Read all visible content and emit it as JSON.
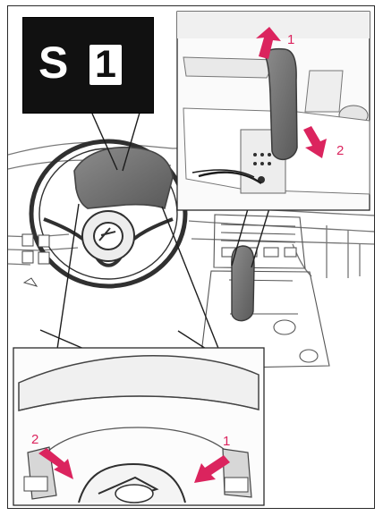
{
  "indicator": {
    "letter": "S",
    "number": "1"
  },
  "shift_lever_inset": {
    "label_up": "1",
    "label_down": "2"
  },
  "paddle_inset": {
    "left_label": "2",
    "right_label": "1"
  },
  "colors": {
    "arrow": "#db245e",
    "outline": "#2a2a2a",
    "shade": "#707070"
  }
}
